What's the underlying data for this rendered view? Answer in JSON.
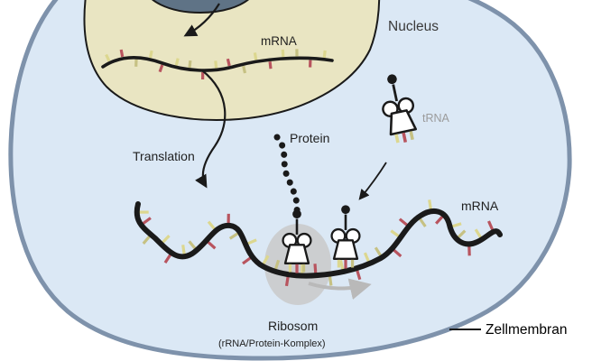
{
  "diagram": {
    "labels": {
      "nucleus": "Nucleus",
      "mrna_nuclear": "mRNA",
      "translation": "Translation",
      "protein": "Protein",
      "trna": "tRNA",
      "mrna_cytoplasmic": "mRNA",
      "ribosome": "Ribosom",
      "ribosome_subtitle": "(rRNA/Protein-Komplex)",
      "cell_membrane": "Zellmembran"
    },
    "colors": {
      "cell_fill": "#dbe8f5",
      "cell_border": "#7e92ab",
      "nucleus_fill": "#e9e5c2",
      "outline": "#1a1a1a",
      "chromatin_fill": "#5f7386",
      "ribosome_fill": "#c9c9c9",
      "base_yellow": "#dcd78f",
      "base_red": "#b8545e",
      "base_olive": "#c6c183",
      "trna_label": "#9b9b9b",
      "direction_arrow": "#b9b9b9",
      "label_text": "#1f1f1f",
      "nucleus_label_text": "#3a3a3a"
    }
  }
}
